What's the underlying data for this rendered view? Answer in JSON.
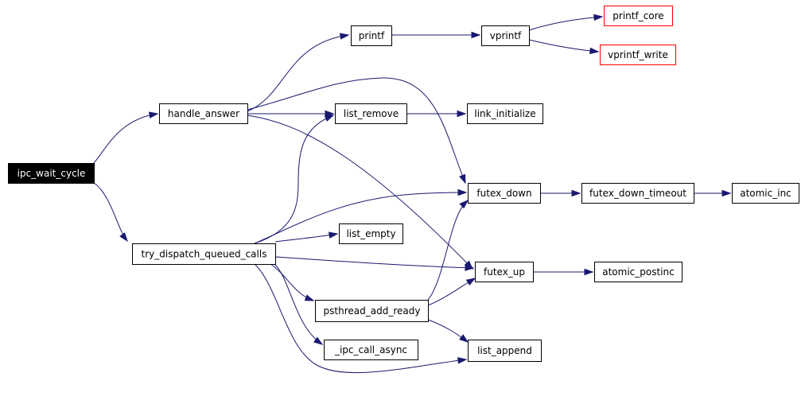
{
  "colors": {
    "edge": "#191970",
    "normal_border": "#000000",
    "external_border": "#ff0000",
    "root_fill": "#000000",
    "root_text": "#ffffff",
    "node_fill": "#ffffff",
    "node_text": "#000000"
  },
  "nodes": [
    {
      "id": "ipc_wait_cycle",
      "label": "ipc_wait_cycle",
      "style": "root"
    },
    {
      "id": "handle_answer",
      "label": "handle_answer",
      "style": "normal"
    },
    {
      "id": "try_dispatch_queued_calls",
      "label": "try_dispatch_queued_calls",
      "style": "normal"
    },
    {
      "id": "printf",
      "label": "printf",
      "style": "normal"
    },
    {
      "id": "vprintf",
      "label": "vprintf",
      "style": "normal"
    },
    {
      "id": "printf_core",
      "label": "printf_core",
      "style": "external"
    },
    {
      "id": "vprintf_write",
      "label": "vprintf_write",
      "style": "external"
    },
    {
      "id": "list_remove",
      "label": "list_remove",
      "style": "normal"
    },
    {
      "id": "link_initialize",
      "label": "link_initialize",
      "style": "normal"
    },
    {
      "id": "futex_down",
      "label": "futex_down",
      "style": "normal"
    },
    {
      "id": "futex_down_timeout",
      "label": "futex_down_timeout",
      "style": "normal"
    },
    {
      "id": "atomic_inc",
      "label": "atomic_inc",
      "style": "normal"
    },
    {
      "id": "list_empty",
      "label": "list_empty",
      "style": "normal"
    },
    {
      "id": "futex_up",
      "label": "futex_up",
      "style": "normal"
    },
    {
      "id": "atomic_postinc",
      "label": "atomic_postinc",
      "style": "normal"
    },
    {
      "id": "psthread_add_ready",
      "label": "psthread_add_ready",
      "style": "normal"
    },
    {
      "id": "ipc_call_async",
      "label": "_ipc_call_async",
      "style": "normal"
    },
    {
      "id": "list_append",
      "label": "list_append",
      "style": "normal"
    }
  ],
  "edges": [
    {
      "from": "ipc_wait_cycle",
      "to": "handle_answer"
    },
    {
      "from": "ipc_wait_cycle",
      "to": "try_dispatch_queued_calls"
    },
    {
      "from": "handle_answer",
      "to": "printf"
    },
    {
      "from": "handle_answer",
      "to": "list_remove"
    },
    {
      "from": "handle_answer",
      "to": "futex_down"
    },
    {
      "from": "handle_answer",
      "to": "futex_up"
    },
    {
      "from": "printf",
      "to": "vprintf"
    },
    {
      "from": "vprintf",
      "to": "printf_core"
    },
    {
      "from": "vprintf",
      "to": "vprintf_write"
    },
    {
      "from": "list_remove",
      "to": "link_initialize"
    },
    {
      "from": "futex_down",
      "to": "futex_down_timeout"
    },
    {
      "from": "futex_down_timeout",
      "to": "atomic_inc"
    },
    {
      "from": "futex_up",
      "to": "atomic_postinc"
    },
    {
      "from": "try_dispatch_queued_calls",
      "to": "list_remove"
    },
    {
      "from": "try_dispatch_queued_calls",
      "to": "futex_down"
    },
    {
      "from": "try_dispatch_queued_calls",
      "to": "list_empty"
    },
    {
      "from": "try_dispatch_queued_calls",
      "to": "futex_up"
    },
    {
      "from": "try_dispatch_queued_calls",
      "to": "psthread_add_ready"
    },
    {
      "from": "try_dispatch_queued_calls",
      "to": "ipc_call_async"
    },
    {
      "from": "try_dispatch_queued_calls",
      "to": "list_append"
    },
    {
      "from": "psthread_add_ready",
      "to": "futex_down"
    },
    {
      "from": "psthread_add_ready",
      "to": "futex_up"
    },
    {
      "from": "psthread_add_ready",
      "to": "list_append"
    }
  ]
}
